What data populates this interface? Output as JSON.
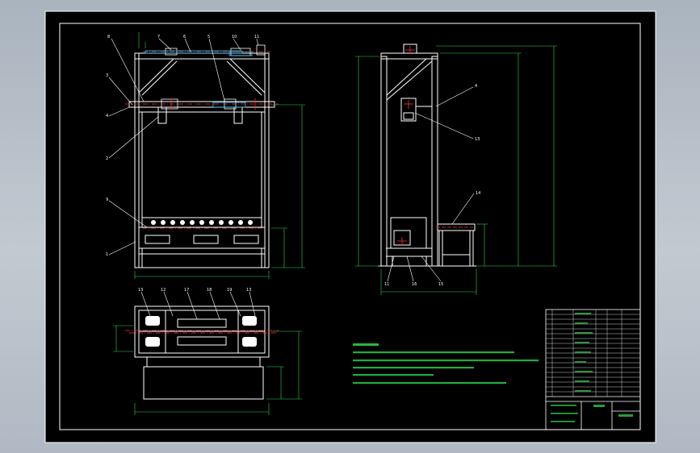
{
  "colors": {
    "background": "#000000",
    "frame": "#ffffff",
    "dimension": "#2bd84a",
    "annotation": "#2bd84a",
    "centerline": "#ff3030",
    "highlight": "#35c6ff"
  },
  "front_view": {
    "callouts": [
      "8",
      "7",
      "6",
      "5",
      "10",
      "11",
      "3",
      "4",
      "2",
      "9",
      "1"
    ]
  },
  "side_view": {
    "callouts": [
      "4",
      "13",
      "14",
      "11",
      "16",
      "15"
    ]
  },
  "top_view": {
    "callouts": [
      "13",
      "12",
      "17",
      "18",
      "19",
      "13"
    ]
  },
  "title_block": {
    "name_cell": "",
    "scale_cell": ""
  }
}
